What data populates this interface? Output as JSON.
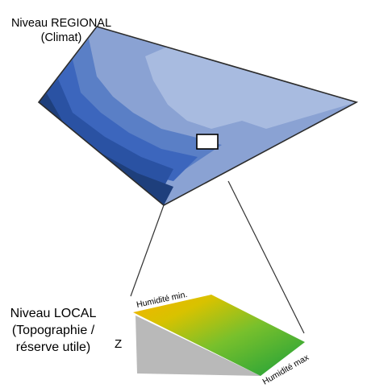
{
  "regional": {
    "line1": "Niveau REGIONAL",
    "line2": "(Climat)"
  },
  "local": {
    "line1": "Niveau LOCAL",
    "line2": "(Topographie /",
    "line3": "réserve utile)"
  },
  "axis_z": "Z",
  "humidity_min": "Humidité min.",
  "humidity_max": "Humidité max",
  "colors": {
    "band_darkest": "#1e3f7c",
    "band_dark": "#2a52a3",
    "band_mid": "#3c66bd",
    "band_light": "#5a7fc6",
    "band_lighter": "#8aa2d3",
    "band_lightest": "#a8bbe0",
    "outline": "#2c2c2c",
    "slope_yellow": "#f4b800",
    "slope_green": "#1fa23a",
    "slope_side": "#b9b9b9"
  }
}
